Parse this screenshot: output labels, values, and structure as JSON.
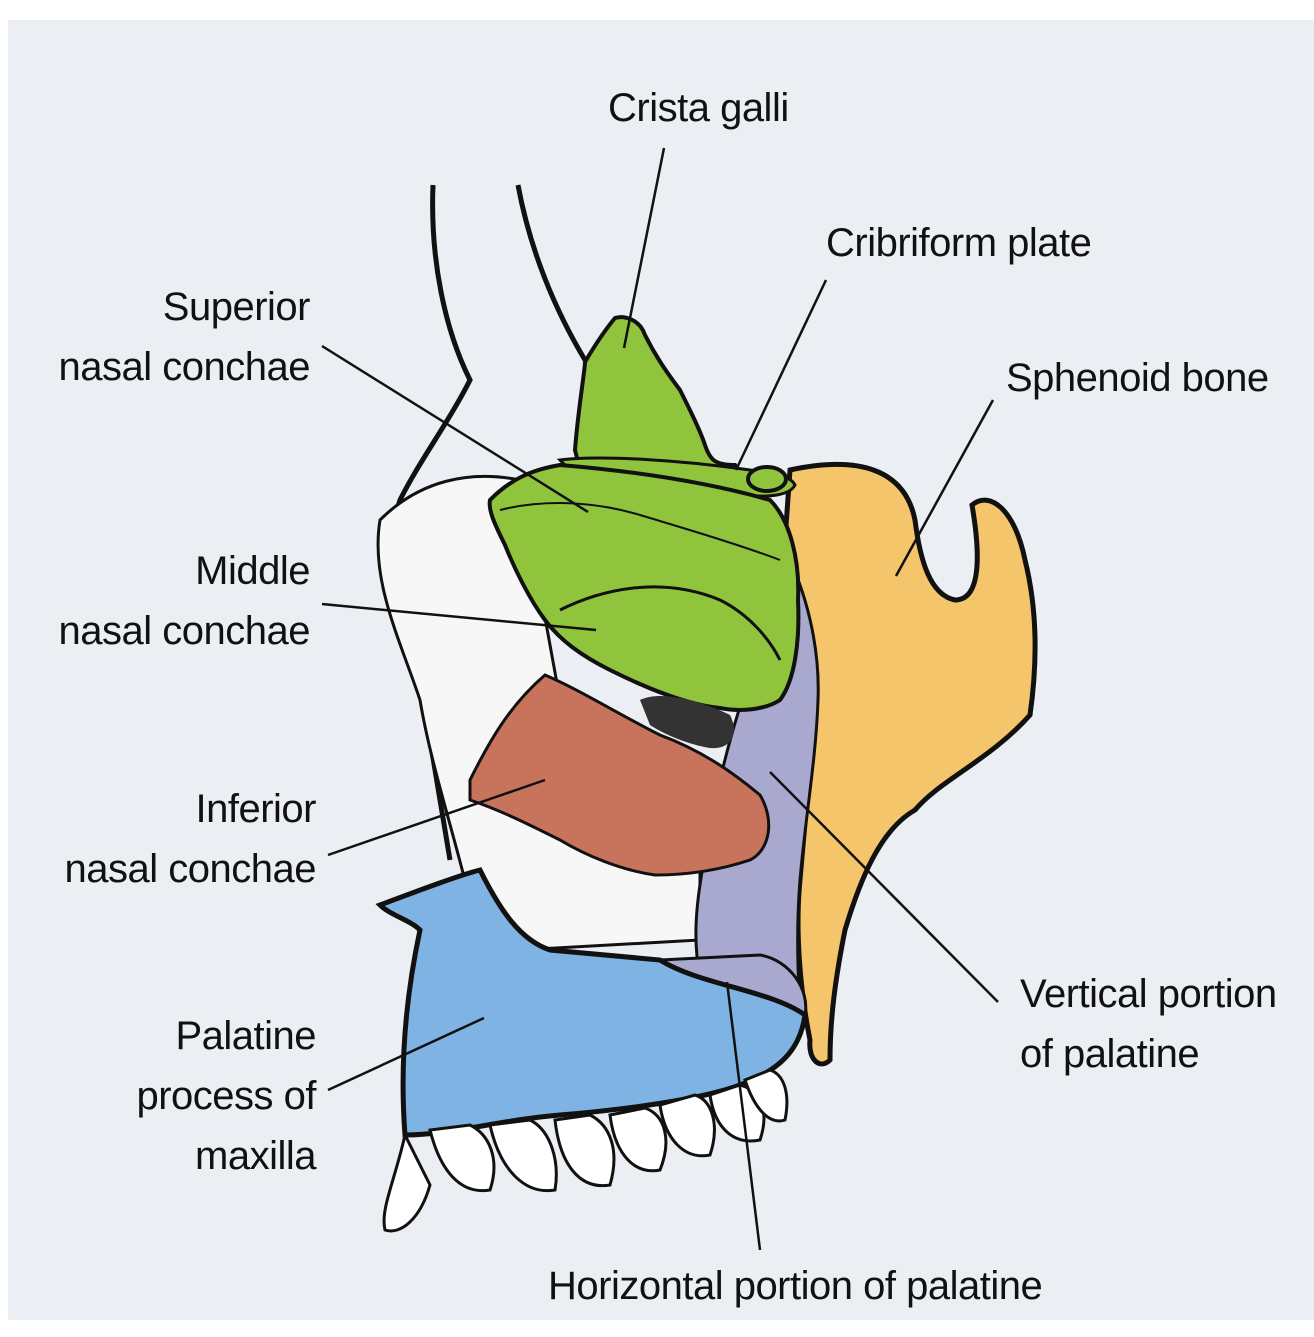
{
  "labels": {
    "crista_galli": "Crista galli",
    "cribriform_plate": "Cribriform plate",
    "sphenoid_bone": "Sphenoid bone",
    "superior_nasal_conchae": [
      "Superior",
      "nasal conchae"
    ],
    "middle_nasal_conchae": [
      "Middle",
      "nasal conchae"
    ],
    "inferior_nasal_conchae": [
      "Inferior",
      "nasal conchae"
    ],
    "palatine_process_of_maxilla": [
      "Palatine",
      "process of",
      "maxilla"
    ],
    "vertical_portion_of_palatine": [
      "Vertical portion",
      "of palatine"
    ],
    "horizontal_portion_of_palatine": "Horizontal portion of palatine"
  },
  "colors": {
    "ethmoid": "#8fc43c",
    "sphenoid": "#f4c56a",
    "inferior_concha": "#c8735c",
    "maxilla": "#7fb3e3",
    "palatine": "#a9a9cf",
    "outline": "#111111",
    "background": "#ebeef3"
  }
}
